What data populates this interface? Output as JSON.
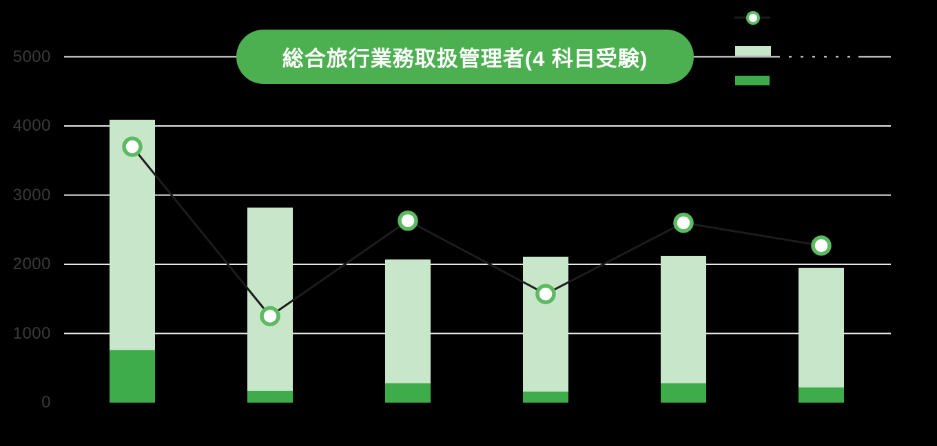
{
  "title": {
    "text": "総合旅行業務取扱管理者(4 科目受験)"
  },
  "y_axis": {
    "ticks": [
      0,
      1000,
      2000,
      3000,
      4000,
      5000
    ],
    "labels": [
      "0",
      "1000",
      "2000",
      "3000",
      "4000",
      "5000"
    ]
  },
  "legend": {
    "position": "top-right",
    "entries": [
      {
        "kind": "line-marker",
        "line_color": "#1c1c1c",
        "marker_ring": "#5cba60",
        "marker_fill": "#ffffff",
        "label": ""
      },
      {
        "kind": "swatch",
        "color": "#c8e6c9",
        "label": ""
      },
      {
        "kind": "swatch",
        "color": "#3eac4a",
        "label": ""
      }
    ]
  },
  "colors": {
    "background": "#000000",
    "gridline": "#e9e9e9",
    "axis_label": "#3a3a3a",
    "title_pill": "#4caf50",
    "title_text": "#ffffff",
    "bar_light": "#c8e6c9",
    "bar_dark": "#3eac4a",
    "line": "#1c1c1c",
    "marker_ring": "#5cba60",
    "marker_fill": "#ffffff"
  },
  "chart_data": {
    "type": "bar",
    "subtype": "bar-with-line-overlay",
    "title": "総合旅行業務取扱管理者(4 科目受験)",
    "categories": [
      "",
      "",
      "",
      "",
      "",
      ""
    ],
    "series": [
      {
        "name": "bar-total-light",
        "type": "bar",
        "color": "#c8e6c9",
        "values": [
          4090,
          2820,
          2070,
          2110,
          2120,
          1950
        ]
      },
      {
        "name": "bar-bottom-dark",
        "type": "bar",
        "color": "#3eac4a",
        "values": [
          760,
          170,
          280,
          160,
          280,
          220
        ]
      },
      {
        "name": "line-with-markers",
        "type": "line",
        "color": "#1c1c1c",
        "marker_ring": "#5cba60",
        "marker_fill": "#ffffff",
        "values": [
          3700,
          1250,
          2630,
          1570,
          2600,
          2270
        ]
      }
    ],
    "xlabel": "",
    "ylabel": "",
    "ylim": [
      0,
      5000
    ],
    "yticks": [
      0,
      1000,
      2000,
      3000,
      4000,
      5000
    ],
    "grid": true,
    "x_tick_labels_visible": false,
    "legend_position": "top-right"
  }
}
